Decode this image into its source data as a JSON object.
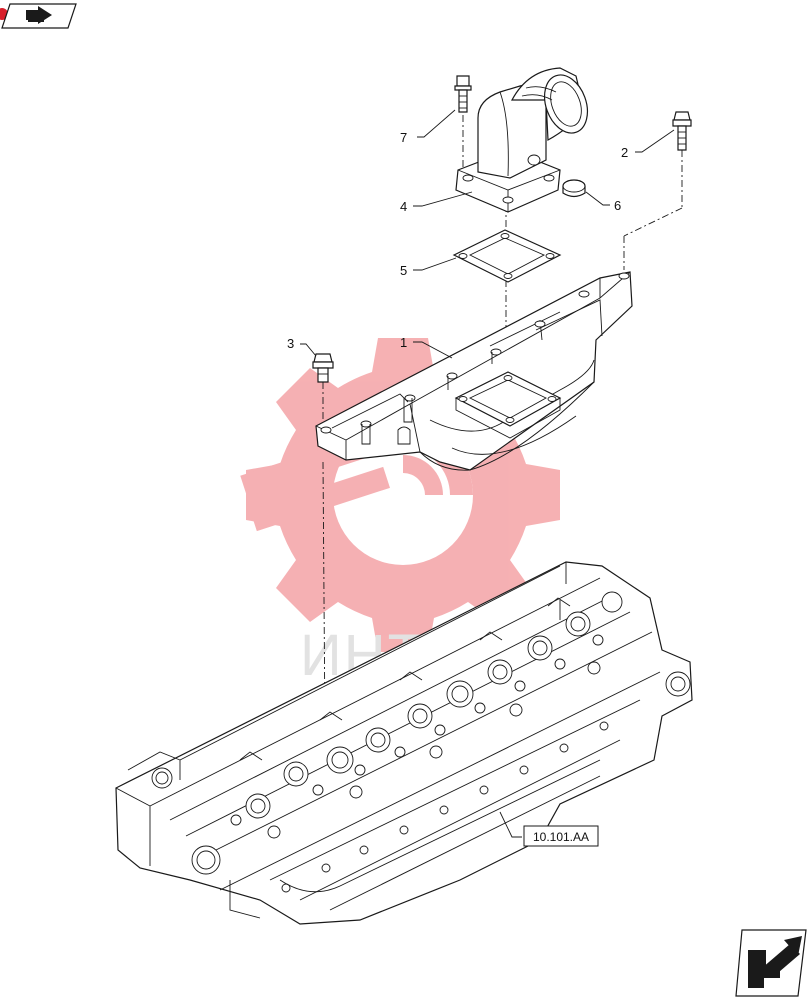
{
  "callouts": [
    {
      "id": "1",
      "label": "1"
    },
    {
      "id": "2",
      "label": "2"
    },
    {
      "id": "3",
      "label": "3"
    },
    {
      "id": "4",
      "label": "4"
    },
    {
      "id": "5",
      "label": "5"
    },
    {
      "id": "6",
      "label": "6"
    },
    {
      "id": "7",
      "label": "7"
    }
  ],
  "reference_box": {
    "label": "10.101.AA"
  },
  "watermark": {
    "text": "ИНТЕХ",
    "color": "#f4a3a6"
  },
  "icons": {
    "top_left": "previous-page-arrow-icon",
    "bottom_right": "next-page-arrow-icon"
  },
  "colors": {
    "line": "#1a1a1a",
    "watermark_red": "#f4a3a6",
    "badge_red": "#d81e2a"
  }
}
